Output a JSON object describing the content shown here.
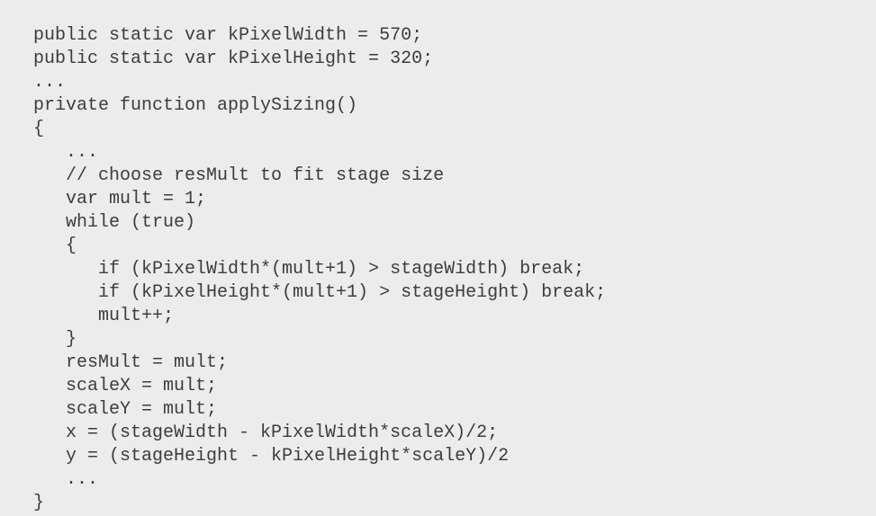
{
  "page": {
    "background_color": "#ececec",
    "text_color": "#3d3d3d"
  },
  "code": {
    "lines": [
      "public static var kPixelWidth = 570;",
      "public static var kPixelHeight = 320;",
      "...",
      "private function applySizing()",
      "{",
      "   ...",
      "   // choose resMult to fit stage size",
      "   var mult = 1;",
      "   while (true)",
      "   {",
      "      if (kPixelWidth*(mult+1) > stageWidth) break;",
      "      if (kPixelHeight*(mult+1) > stageHeight) break;",
      "      mult++;",
      "   }",
      "   resMult = mult;",
      "   scaleX = mult;",
      "   scaleY = mult;",
      "   x = (stageWidth - kPixelWidth*scaleX)/2;",
      "   y = (stageHeight - kPixelHeight*scaleY)/2",
      "   ...",
      "}"
    ]
  }
}
